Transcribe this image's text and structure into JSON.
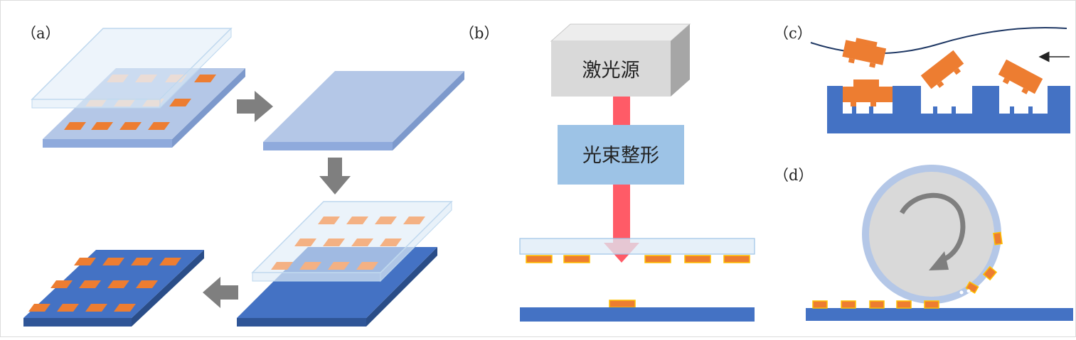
{
  "panels": {
    "a": {
      "label": "（a）"
    },
    "b": {
      "label": "（b）",
      "laser_source": "激光源",
      "beam_shaping": "光束整形"
    },
    "c": {
      "label": "（c）"
    },
    "d": {
      "label": "（d）"
    }
  },
  "colors": {
    "chip": "#ED7D31",
    "chip_faded": "#F4B183",
    "substrate_light": "#B4C7E7",
    "substrate_dark": "#4472C4",
    "glass": "#DEEBF7",
    "arrow_gray": "#7F7F7F",
    "beam": "#FF5B67",
    "shaper": "#9DC3E6",
    "source_box": "#D9D9D9"
  }
}
